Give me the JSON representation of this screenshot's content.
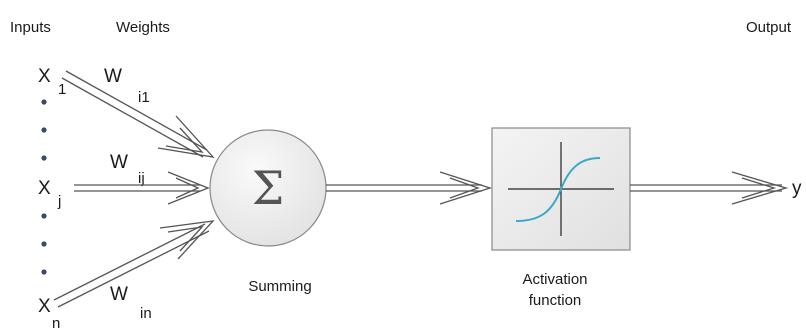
{
  "header": {
    "inputs_label": "Inputs",
    "weights_label": "Weights",
    "output_label": "Output"
  },
  "inputs": {
    "x1": {
      "symbol": "X",
      "subscript": "1"
    },
    "xj": {
      "symbol": "X",
      "subscript": "j"
    },
    "xn": {
      "symbol": "X",
      "subscript": "n"
    }
  },
  "weights": {
    "w1": {
      "symbol": "W",
      "subscript": "i1"
    },
    "wj": {
      "symbol": "W",
      "subscript": "ij"
    },
    "wn": {
      "symbol": "W",
      "subscript": "in"
    }
  },
  "summing": {
    "symbol": "Σ",
    "label": "Summing"
  },
  "activation": {
    "label_line1": "Activation",
    "label_line2": "function",
    "curve_color": "#3aa9c9"
  },
  "output": {
    "symbol": "y"
  },
  "colors": {
    "arrow": "#555555",
    "node_fill": "#ededed",
    "node_stroke": "#888888",
    "dot": "#3b4a66"
  }
}
